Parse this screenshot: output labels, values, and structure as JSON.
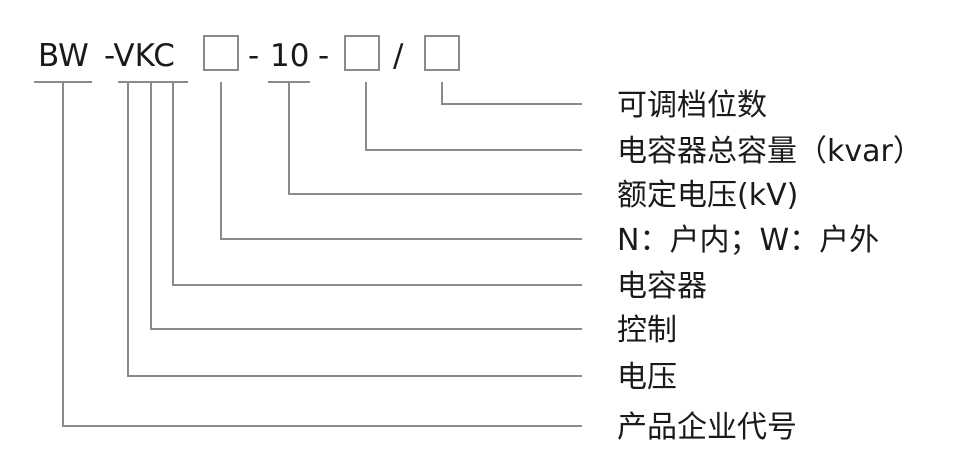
{
  "model_code": {
    "prefix": "BW",
    "type_part": "-VKC",
    "dash_before_voltage": "-",
    "voltage": "10",
    "dash_after_voltage": "-",
    "slash": "/"
  },
  "labels": [
    "可调档位数",
    "电容器总容量（kvar）",
    "额定电压(kV)",
    "N：户内；W：户外",
    "电容器",
    "控制",
    "电压",
    "产品企业代号"
  ]
}
